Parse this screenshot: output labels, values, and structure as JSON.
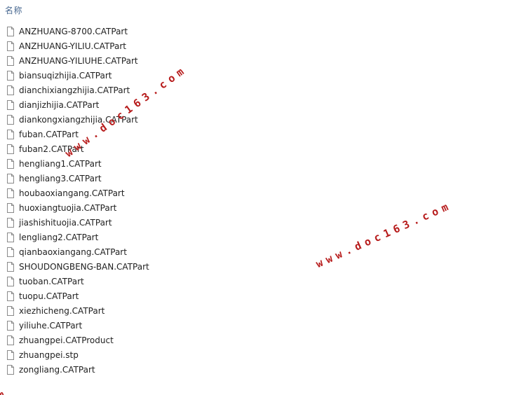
{
  "header": {
    "name_column": "名称"
  },
  "files": [
    "ANZHUANG-8700.CATPart",
    "ANZHUANG-YILIU.CATPart",
    "ANZHUANG-YILIUHE.CATPart",
    "biansuqizhijia.CATPart",
    "dianchixiangzhijia.CATPart",
    "dianjizhijia.CATPart",
    "diankongxiangzhijia.CATPart",
    "fuban.CATPart",
    "fuban2.CATPart",
    "hengliang1.CATPart",
    "hengliang3.CATPart",
    "houbaoxiangang.CATPart",
    "huoxiangtuojia.CATPart",
    "jiashishituojia.CATPart",
    "lengliang2.CATPart",
    "qianbaoxiangang.CATPart",
    "SHOUDONGBENG-BAN.CATPart",
    "tuoban.CATPart",
    "tuopu.CATPart",
    "xiezhicheng.CATPart",
    "yiliuhe.CATPart",
    "zhuangpei.CATProduct",
    "zhuangpei.stp",
    "zongliang.CATPart"
  ],
  "watermark": {
    "text": "www.doc163.com",
    "partial_text": "m",
    "color": "#b71c1c"
  }
}
